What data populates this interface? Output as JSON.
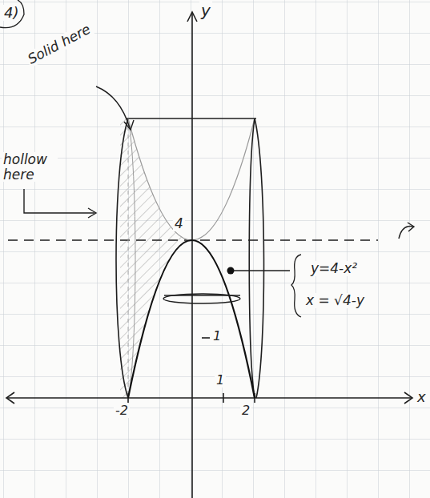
{
  "diagram": {
    "labels": [
      "4)",
      "y",
      "Solid here",
      "hollow here",
      "4",
      "1",
      "y=4-x²",
      "x = √4-y",
      "1",
      "-2",
      "2",
      "x"
    ]
  }
}
